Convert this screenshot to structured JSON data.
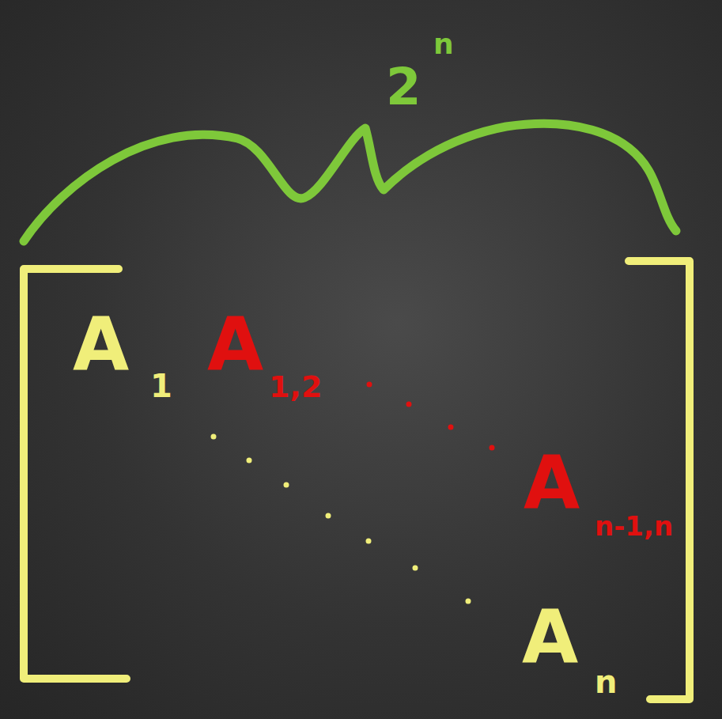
{
  "diagram": {
    "labels": [
      "2",
      "n",
      "A",
      "1",
      "A",
      "1,2",
      "A",
      "n-1,n",
      "A",
      "n"
    ]
  }
}
